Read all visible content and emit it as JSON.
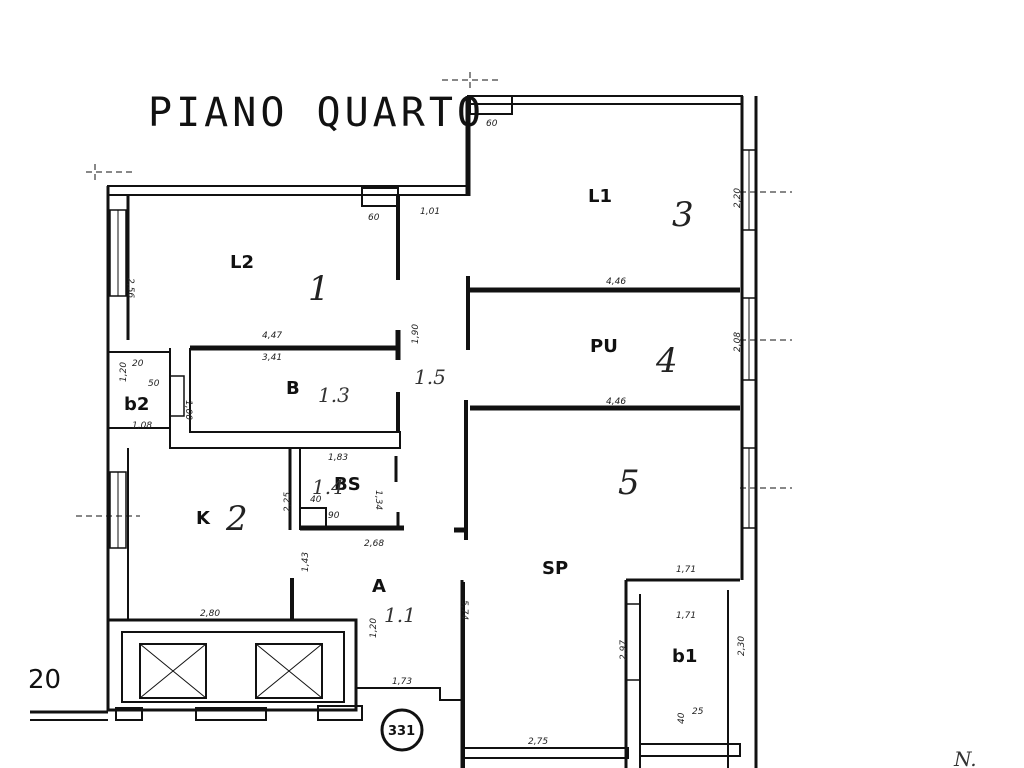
{
  "plan": {
    "title": "PIANO QUARTO",
    "rooms": {
      "l2": "L2",
      "l1": "L1",
      "pu": "PU",
      "b": "B",
      "b2": "b2",
      "bs": "BS",
      "k": "K",
      "a": "A",
      "sp": "SP",
      "b1": "b1"
    },
    "handwritten": {
      "l2": "1",
      "l1": "3",
      "pu": "4",
      "sp": "5",
      "k": "2",
      "b": "1.3",
      "bs": "1.4",
      "corridor": "1.5",
      "a": "1.1"
    },
    "dimensions": {
      "d_60a": "60",
      "d_60b": "60",
      "d_101": "1,01",
      "d_256": "2,56",
      "d_447": "4,47",
      "d_341": "3,41",
      "d_190": "1,90",
      "d_446a": "4,46",
      "d_446b": "4,46",
      "d_20": "20",
      "d_50": "50",
      "d_120a": "1,20",
      "d_100": "1,00",
      "d_108": "1,08",
      "d_183": "1,83",
      "d_134": "1,34",
      "d_225": "2,25",
      "d_40": "40",
      "d_90": "90",
      "d_268": "2,68",
      "d_143": "1,43",
      "d_280": "2,80",
      "d_120b": "1,20",
      "d_574": "5,74",
      "d_171a": "1,71",
      "d_171b": "1,71",
      "d_297": "2,97",
      "d_230": "2,30",
      "d_173": "1,73",
      "d_275": "2,75",
      "d_220": "2,20",
      "d_208": "2,08",
      "d_25": "25",
      "d_40b": "40"
    },
    "margin_number": "20",
    "stamp_number": "331",
    "corner_mark": "N."
  }
}
